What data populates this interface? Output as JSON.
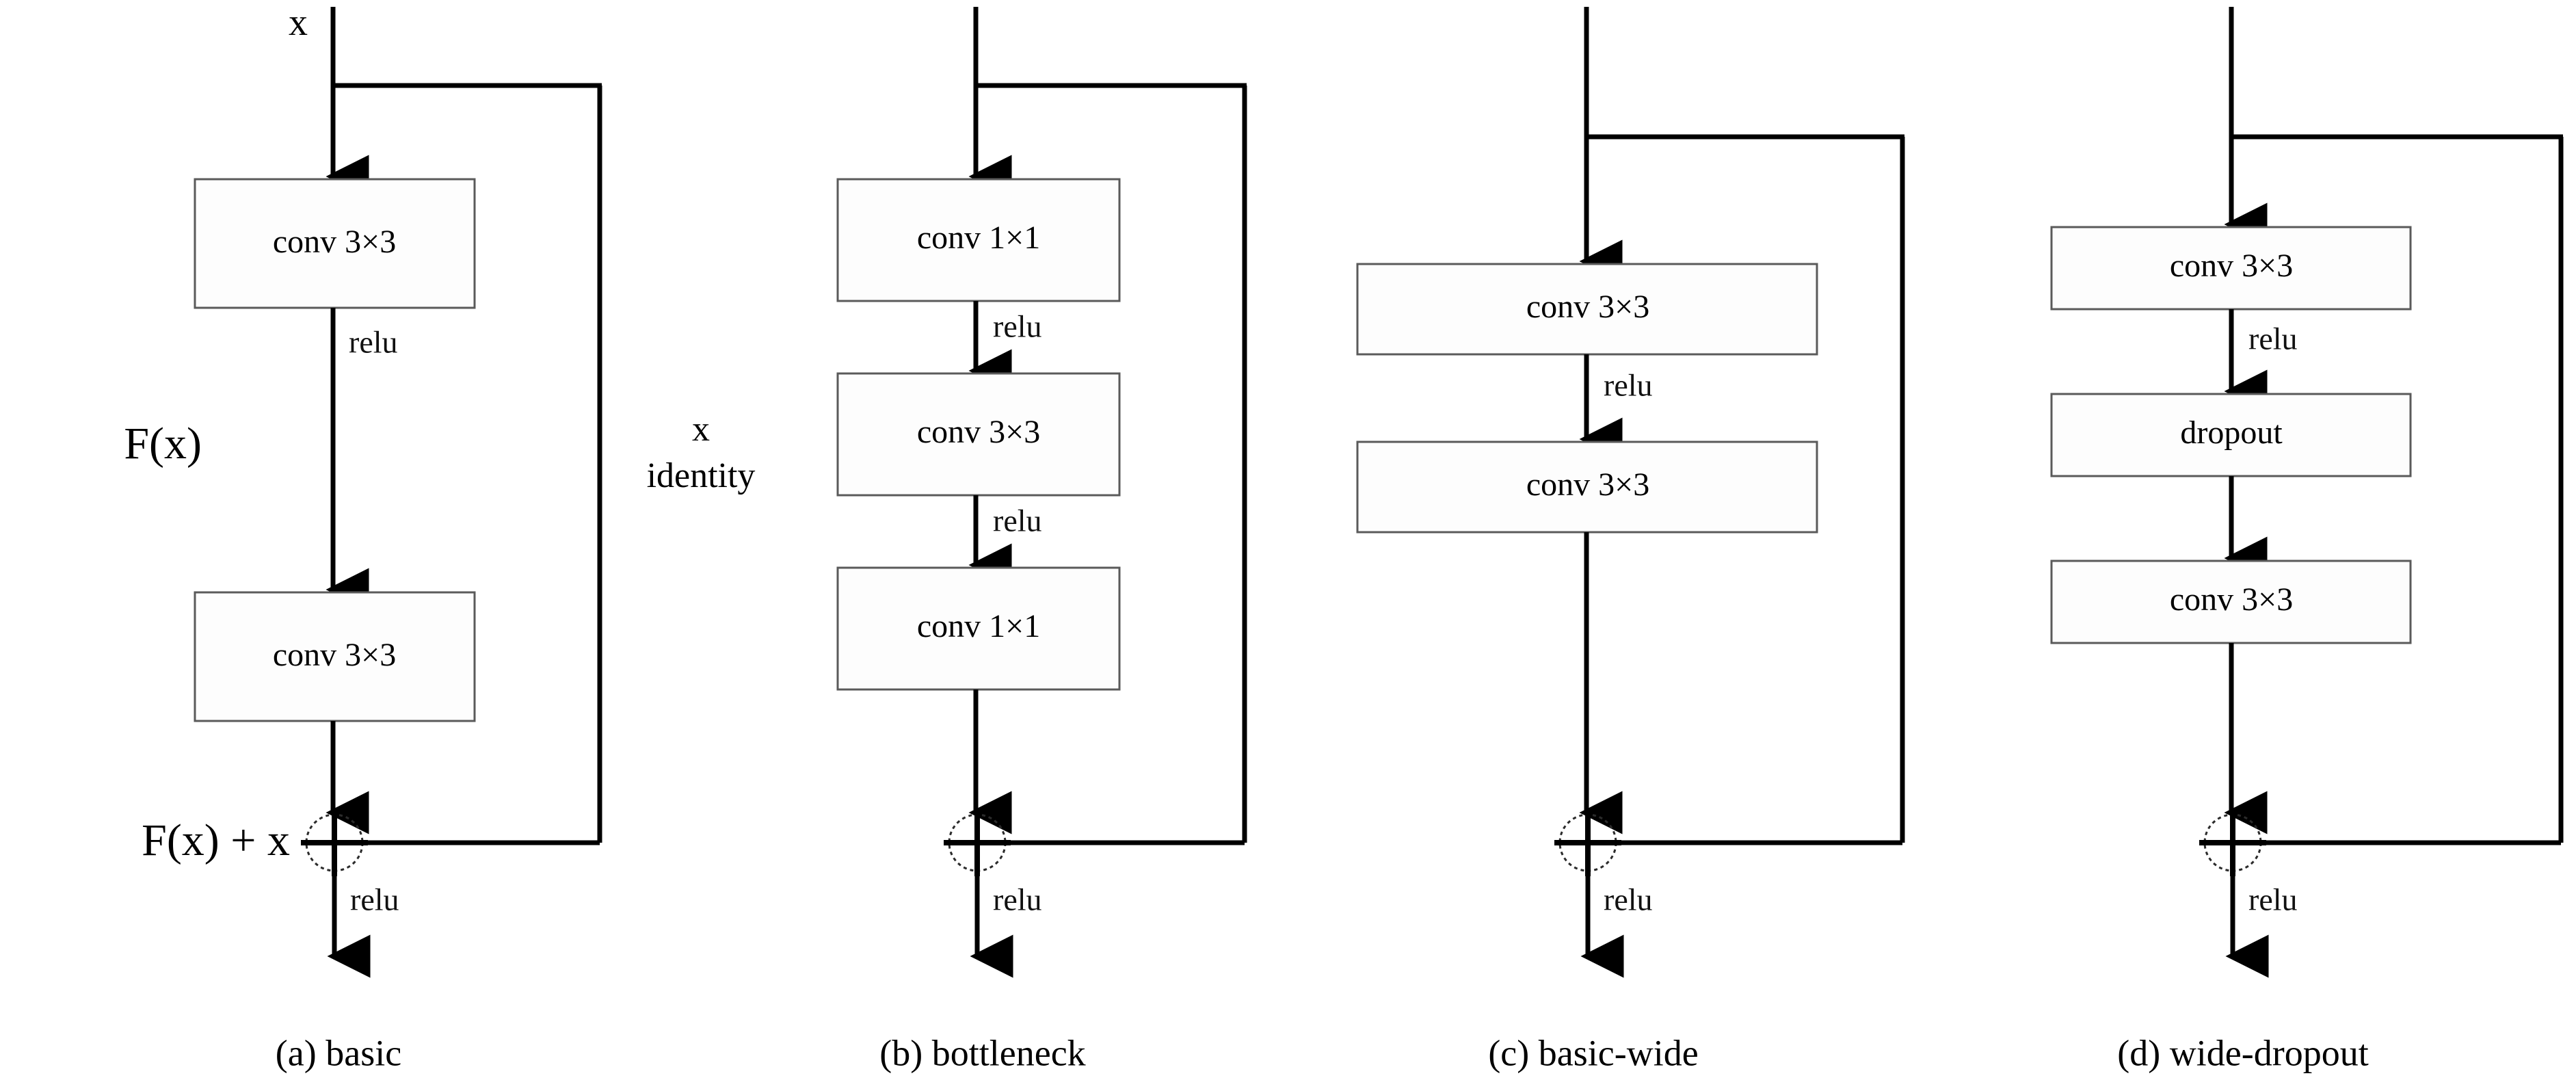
{
  "figure": {
    "background_color": "#ffffff",
    "line_color": "#000000",
    "box_stroke_color": "#5a5a5a",
    "box_fill_color": "#fdfdfd",
    "text_color": "#000000"
  },
  "panels": [
    {
      "id": "basic",
      "caption": "(a) basic",
      "input_label": "x",
      "skip_label_line1": "x",
      "skip_label_line2": "identity",
      "branch_label": "F(x)",
      "sum_label": "F(x) + x",
      "blocks": [
        {
          "label": "conv 3×3"
        },
        {
          "label": "conv 3×3"
        }
      ],
      "edge_labels": [
        "relu",
        "relu"
      ],
      "merge_symbol": "+"
    },
    {
      "id": "bottleneck",
      "caption": "(b) bottleneck",
      "blocks": [
        {
          "label": "conv 1×1"
        },
        {
          "label": "conv 3×3"
        },
        {
          "label": "conv 1×1"
        }
      ],
      "edge_labels": [
        "relu",
        "relu",
        "relu"
      ],
      "merge_symbol": "+"
    },
    {
      "id": "basic-wide",
      "caption": "(c) basic-wide",
      "blocks": [
        {
          "label": "conv 3×3"
        },
        {
          "label": "conv 3×3"
        }
      ],
      "edge_labels": [
        "relu",
        "relu"
      ],
      "merge_symbol": "+"
    },
    {
      "id": "wide-dropout",
      "caption": "(d) wide-dropout",
      "blocks": [
        {
          "label": "conv 3×3"
        },
        {
          "label": "dropout"
        },
        {
          "label": "conv 3×3"
        }
      ],
      "edge_labels": [
        "relu",
        "relu"
      ],
      "merge_symbol": "+"
    }
  ]
}
